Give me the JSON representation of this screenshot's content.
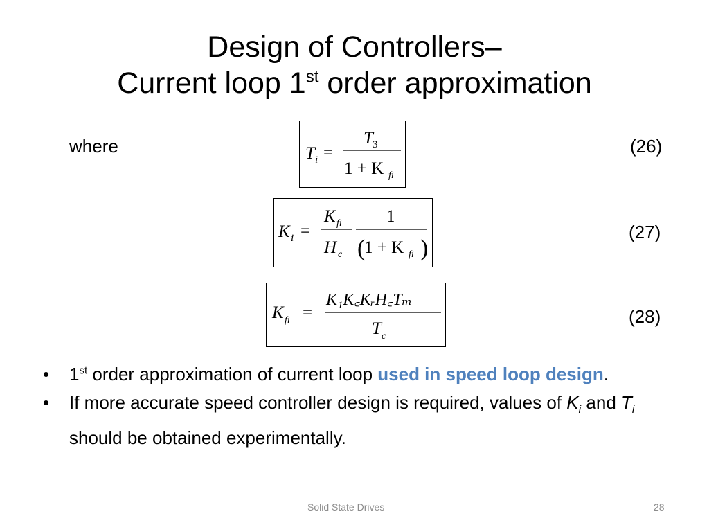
{
  "slide": {
    "title_line1": "Design of Controllers–",
    "title_line2_pre": "Current loop 1",
    "title_line2_sup": "st",
    "title_line2_post": " order approximation",
    "where_label": "where"
  },
  "equations": [
    {
      "number": "(26)",
      "lhs": "T",
      "lhs_sub": "i",
      "num": "T",
      "num_sub": "3",
      "den_pre": "1 + K",
      "den_sub": "fi"
    },
    {
      "number": "(27)",
      "lhs": "K",
      "lhs_sub": "i",
      "num1": "K",
      "num1_sub": "fi",
      "den1": "H",
      "den1_sub": "c",
      "num2": "1",
      "den2_pre": "1 + K",
      "den2_sub": "fi"
    },
    {
      "number": "(28)",
      "lhs": "K",
      "lhs_sub": "fi",
      "num": "K₁K꜀KᵣH꜀Tₘ",
      "den": "T",
      "den_sub": "c"
    }
  ],
  "bullets": [
    {
      "marker": "•",
      "pre": "1",
      "sup": "st",
      "text": " order approximation of current loop ",
      "highlight": "used in speed loop design",
      "post": "."
    },
    {
      "marker": "•",
      "text1": "If more accurate speed controller design is required, values of ",
      "var1": "K",
      "var1_sub": "i",
      "mid": " and ",
      "var2": "T",
      "var2_sub": "i",
      "text2": " should be obtained experimentally."
    }
  ],
  "footer": {
    "center": "Solid State Drives",
    "page": "28"
  },
  "colors": {
    "highlight": "#4f81bd",
    "footer": "#8c8c8c"
  }
}
